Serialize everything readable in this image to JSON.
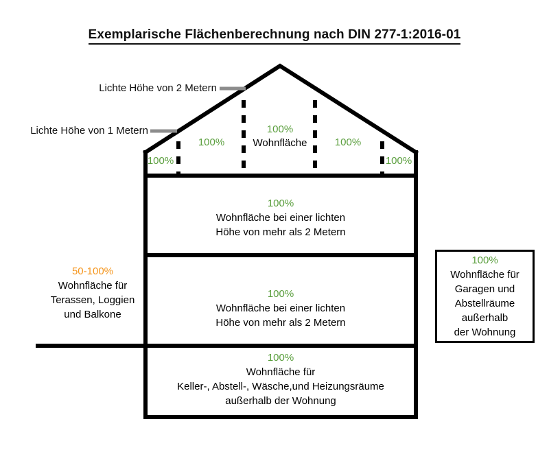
{
  "title": "Exemplarische Flächenberechnung nach DIN 277-1:2016-01",
  "colors": {
    "green": "#5a9e3d",
    "orange": "#f5961e",
    "outline": "#000000",
    "leader": "#8c8c8c",
    "background": "#ffffff"
  },
  "leaders": [
    {
      "name": "ceiling-height-2m",
      "label": "Lichte Höhe von 2 Metern"
    },
    {
      "name": "ceiling-height-1m",
      "label": "Lichte Höhe von 1 Metern"
    }
  ],
  "attic": {
    "left_corner_pct": "100%",
    "left_mid_pct": "100%",
    "center_pct": "100%",
    "center_label": "Wohnfläche",
    "right_mid_pct": "100%",
    "right_corner_pct": "100%"
  },
  "floors": [
    {
      "name": "upper-floor",
      "pct": "100%",
      "lines": [
        "Wohnfläche bei einer lichten",
        "Höhe von mehr als 2 Metern"
      ]
    },
    {
      "name": "ground-floor",
      "pct": "100%",
      "lines": [
        "Wohnfläche bei einer lichten",
        "Höhe von mehr als 2 Metern"
      ]
    },
    {
      "name": "basement-floor",
      "pct": "100%",
      "lines": [
        "Wohnfläche für",
        "Keller-, Abstell-, Wäsche,und Heizungsräume",
        "außerhalb der Wohnung"
      ]
    }
  ],
  "terrace": {
    "pct": "50-100%",
    "lines": [
      "Wohnfläche für",
      "Terassen, Loggien",
      "und Balkone"
    ]
  },
  "garage": {
    "pct": "100%",
    "lines": [
      "Wohnfläche für",
      "Garagen und",
      "Abstellräume",
      "außerhalb",
      "der Wohnung"
    ]
  }
}
